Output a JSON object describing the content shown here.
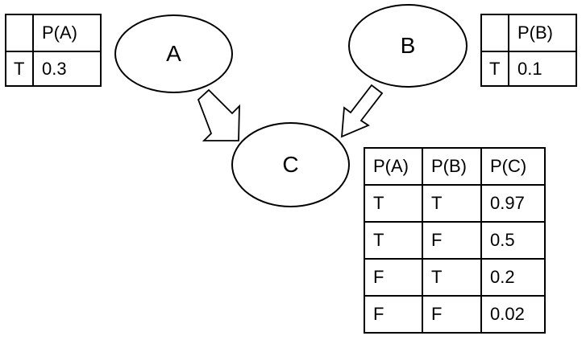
{
  "nodes": {
    "a": "A",
    "b": "B",
    "c": "C"
  },
  "table_a": {
    "header": [
      "",
      "P(A)"
    ],
    "rows": [
      [
        "T",
        "0.3"
      ]
    ]
  },
  "table_b": {
    "header": [
      "",
      "P(B)"
    ],
    "rows": [
      [
        "T",
        "0.1"
      ]
    ]
  },
  "table_c": {
    "header": [
      "P(A)",
      "P(B)",
      "P(C)"
    ],
    "rows": [
      [
        "T",
        "T",
        "0.97"
      ],
      [
        "T",
        "F",
        "0.5"
      ],
      [
        "F",
        "T",
        "0.2"
      ],
      [
        "F",
        "F",
        "0.02"
      ]
    ]
  },
  "edges": [
    {
      "from": "A",
      "to": "C"
    },
    {
      "from": "B",
      "to": "C"
    }
  ]
}
